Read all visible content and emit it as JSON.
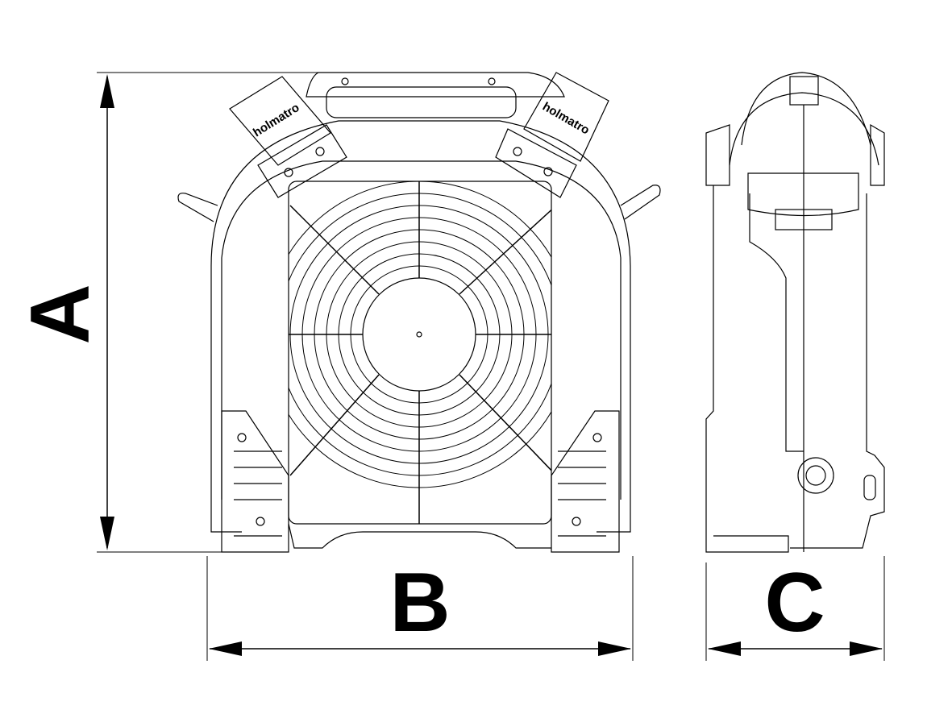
{
  "dimensions": {
    "height_label": "A",
    "width_label": "B",
    "depth_label": "C"
  },
  "brand": {
    "logo_text": "holmatro"
  },
  "colors": {
    "line": "#000000",
    "background": "#ffffff"
  }
}
